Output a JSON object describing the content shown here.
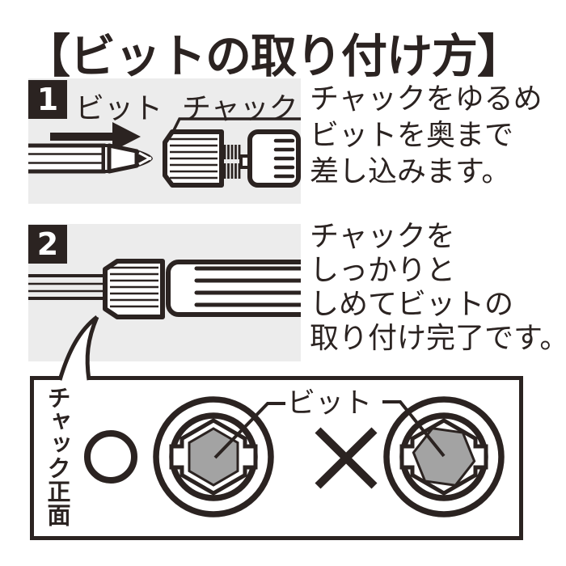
{
  "title": "【ビットの取り付け方】",
  "colors": {
    "ink": "#2b2321",
    "panel_gray": "#ececec",
    "bit_gray": "#a3a3a3",
    "background": "#ffffff"
  },
  "step1": {
    "number": "1",
    "label_bit": "ビット",
    "label_chuck": "チャック",
    "text_lines": [
      "チャックをゆるめ",
      "ビットを奥まで",
      "差し込みます。"
    ]
  },
  "step2": {
    "number": "2",
    "text_lines": [
      "チャックを",
      "しっかりと",
      "しめてビットの",
      "取り付け完了です。"
    ]
  },
  "front_view": {
    "side_label": "チャック正面",
    "bit_label": "ビット",
    "correct_mark": "○",
    "incorrect_mark": "×"
  }
}
